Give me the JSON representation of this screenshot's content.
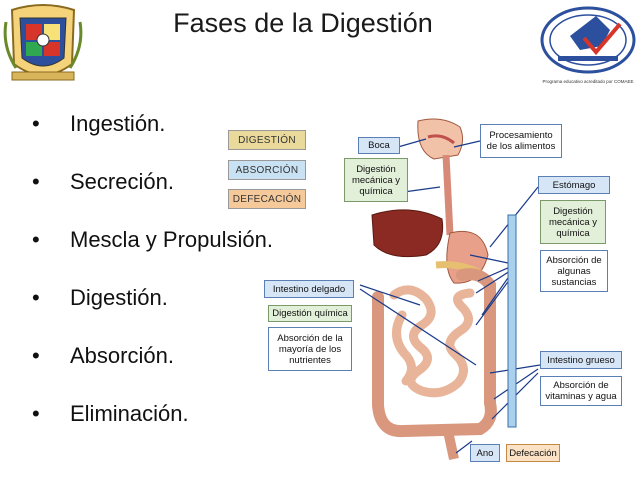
{
  "slide": {
    "title": "Fases de la Digestión",
    "bullets": [
      "Ingestión.",
      "Secreción.",
      "Mescla y Propulsión.",
      "Digestión.",
      "Absorción.",
      "Eliminación."
    ]
  },
  "legend": {
    "digestion": "DIGESTIÓN",
    "absorcion": "ABSORCIÓN",
    "defecacion": "DEFECACIÓN",
    "colors": {
      "digestion": "#e9d99a",
      "absorcion": "#c9e2f3",
      "defecacion": "#f6c99a"
    }
  },
  "diagram": {
    "boca": "Boca",
    "procesamiento": "Procesamiento de los alimentos",
    "digestion_mecanica_quimica": "Digestión mecánica y química",
    "estomago": "Estómago",
    "digestion_mecanica_quimica_2": "Digestión mecánica y química",
    "absorcion_algunas": "Absorción de algunas sustancias",
    "intestino_delgado": "Intestino delgado",
    "digestion_quimica": "Digestión química",
    "absorcion_mayoria": "Absorción de la mayoría de los nutrientes",
    "intestino_grueso": "Intestino grueso",
    "absorcion_vitaminas": "Absorción de vitaminas y agua",
    "ano": "Ano",
    "defecacion": "Defecación"
  },
  "logo_right_caption": "Programa educativo acreditado por COMAEE"
}
